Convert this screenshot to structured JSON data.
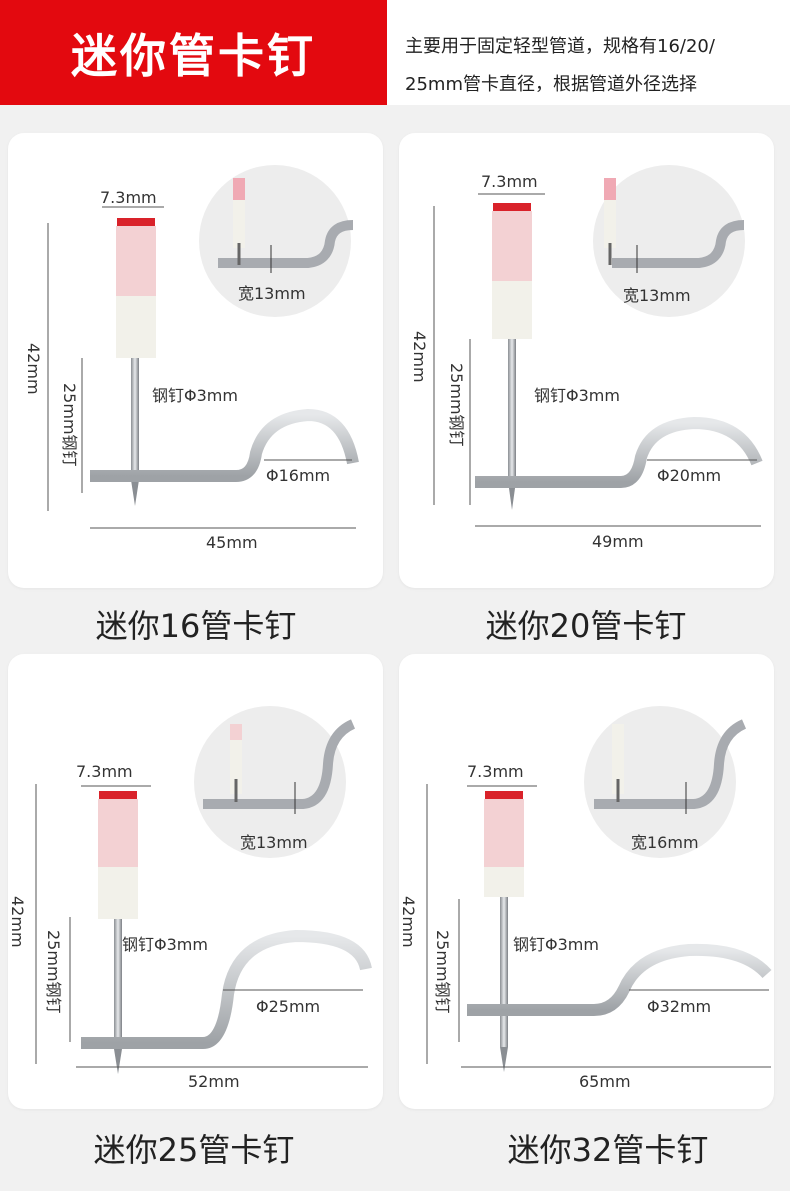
{
  "header": {
    "title": "迷你管卡钉",
    "desc_line1": "主要用于固定轻型管道，规格有16/20/",
    "desc_line2": "25mm管卡直径，根据管道外径选择"
  },
  "colors": {
    "brand_red": "#e3090f",
    "tip_red": "#d9222a",
    "pink": "#f3d1d3",
    "white_cap": "#f2f1ea",
    "steel": "#b9bcc0"
  },
  "products": [
    {
      "caption": "迷你16管卡钉",
      "cap_width": "7.3mm",
      "height": "42mm",
      "nail_length": "25mm钢钉",
      "nail_dia": "钢钉Φ3mm",
      "clamp_dia": "Φ16mm",
      "length": "45mm",
      "strap_width": "宽13mm"
    },
    {
      "caption": "迷你20管卡钉",
      "cap_width": "7.3mm",
      "height": "42mm",
      "nail_length": "25mm钢钉",
      "nail_dia": "钢钉Φ3mm",
      "clamp_dia": "Φ20mm",
      "length": "49mm",
      "strap_width": "宽13mm"
    },
    {
      "caption": "迷你25管卡钉",
      "cap_width": "7.3mm",
      "height": "42mm",
      "nail_length": "25mm钢钉",
      "nail_dia": "钢钉Φ3mm",
      "clamp_dia": "Φ25mm",
      "length": "52mm",
      "strap_width": "宽13mm"
    },
    {
      "caption": "迷你32管卡钉",
      "cap_width": "7.3mm",
      "height": "42mm",
      "nail_length": "25mm钢钉",
      "nail_dia": "钢钉Φ3mm",
      "clamp_dia": "Φ32mm",
      "length": "65mm",
      "strap_width": "宽16mm"
    }
  ]
}
